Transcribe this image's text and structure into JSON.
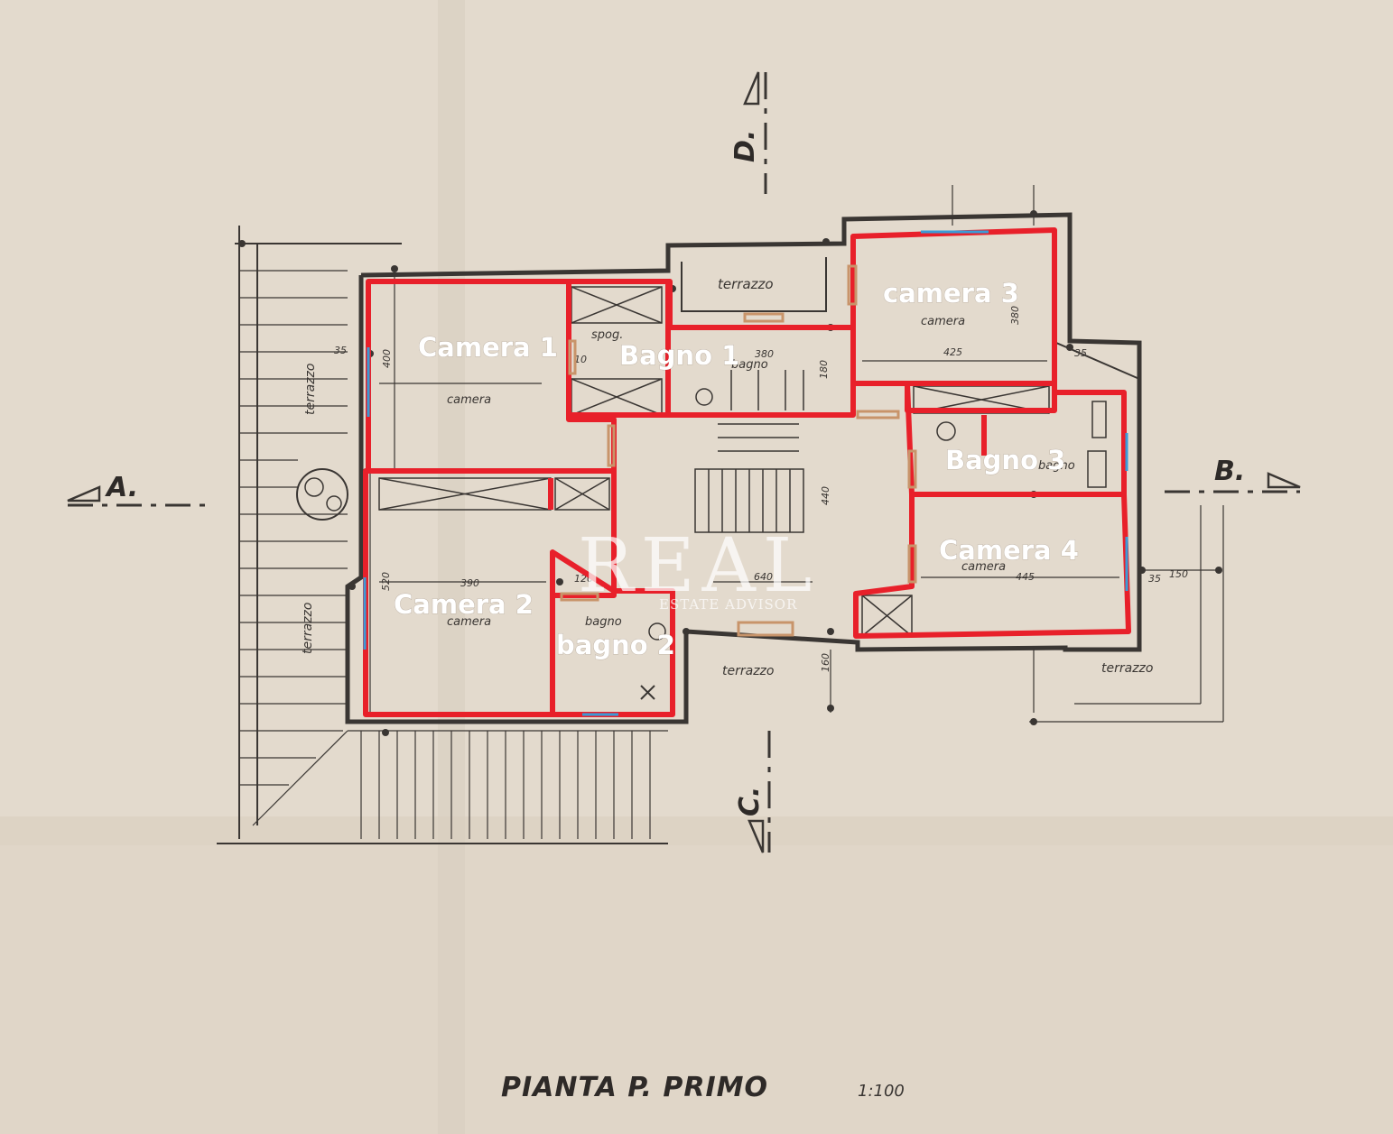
{
  "plan_title": "PIANTA P. PRIMO",
  "plan_scale": "1:100",
  "section_markers": [
    "A.",
    "B.",
    "C.",
    "D."
  ],
  "rooms": [
    {
      "id": "camera-1",
      "label": "Camera 1"
    },
    {
      "id": "bagno-1",
      "label": "Bagno 1"
    },
    {
      "id": "camera-3",
      "label": "camera 3"
    },
    {
      "id": "bagno-3",
      "label": "Bagno 3"
    },
    {
      "id": "camera-2",
      "label": "Camera 2"
    },
    {
      "id": "bagno-2",
      "label": "bagno 2"
    },
    {
      "id": "camera-4",
      "label": "Camera 4"
    }
  ],
  "handwritten": {
    "terrazzo": "terrazzo",
    "camera": "camera",
    "bagno": "bagno",
    "spog": "spog.",
    "dims": [
      "35",
      "400",
      "380",
      "180",
      "425",
      "380",
      "10",
      "440",
      "520",
      "390",
      "120",
      "640",
      "445",
      "150",
      "35",
      "160",
      "35"
    ]
  },
  "watermark": {
    "main": "REAL",
    "sub": "ESTATE ADVISOR"
  },
  "colors": {
    "wall_highlight": "#e8202a",
    "window": "#3a9bd8",
    "door": "#c8946a",
    "paper": "#e3dacd",
    "ink": "#3a3633"
  }
}
